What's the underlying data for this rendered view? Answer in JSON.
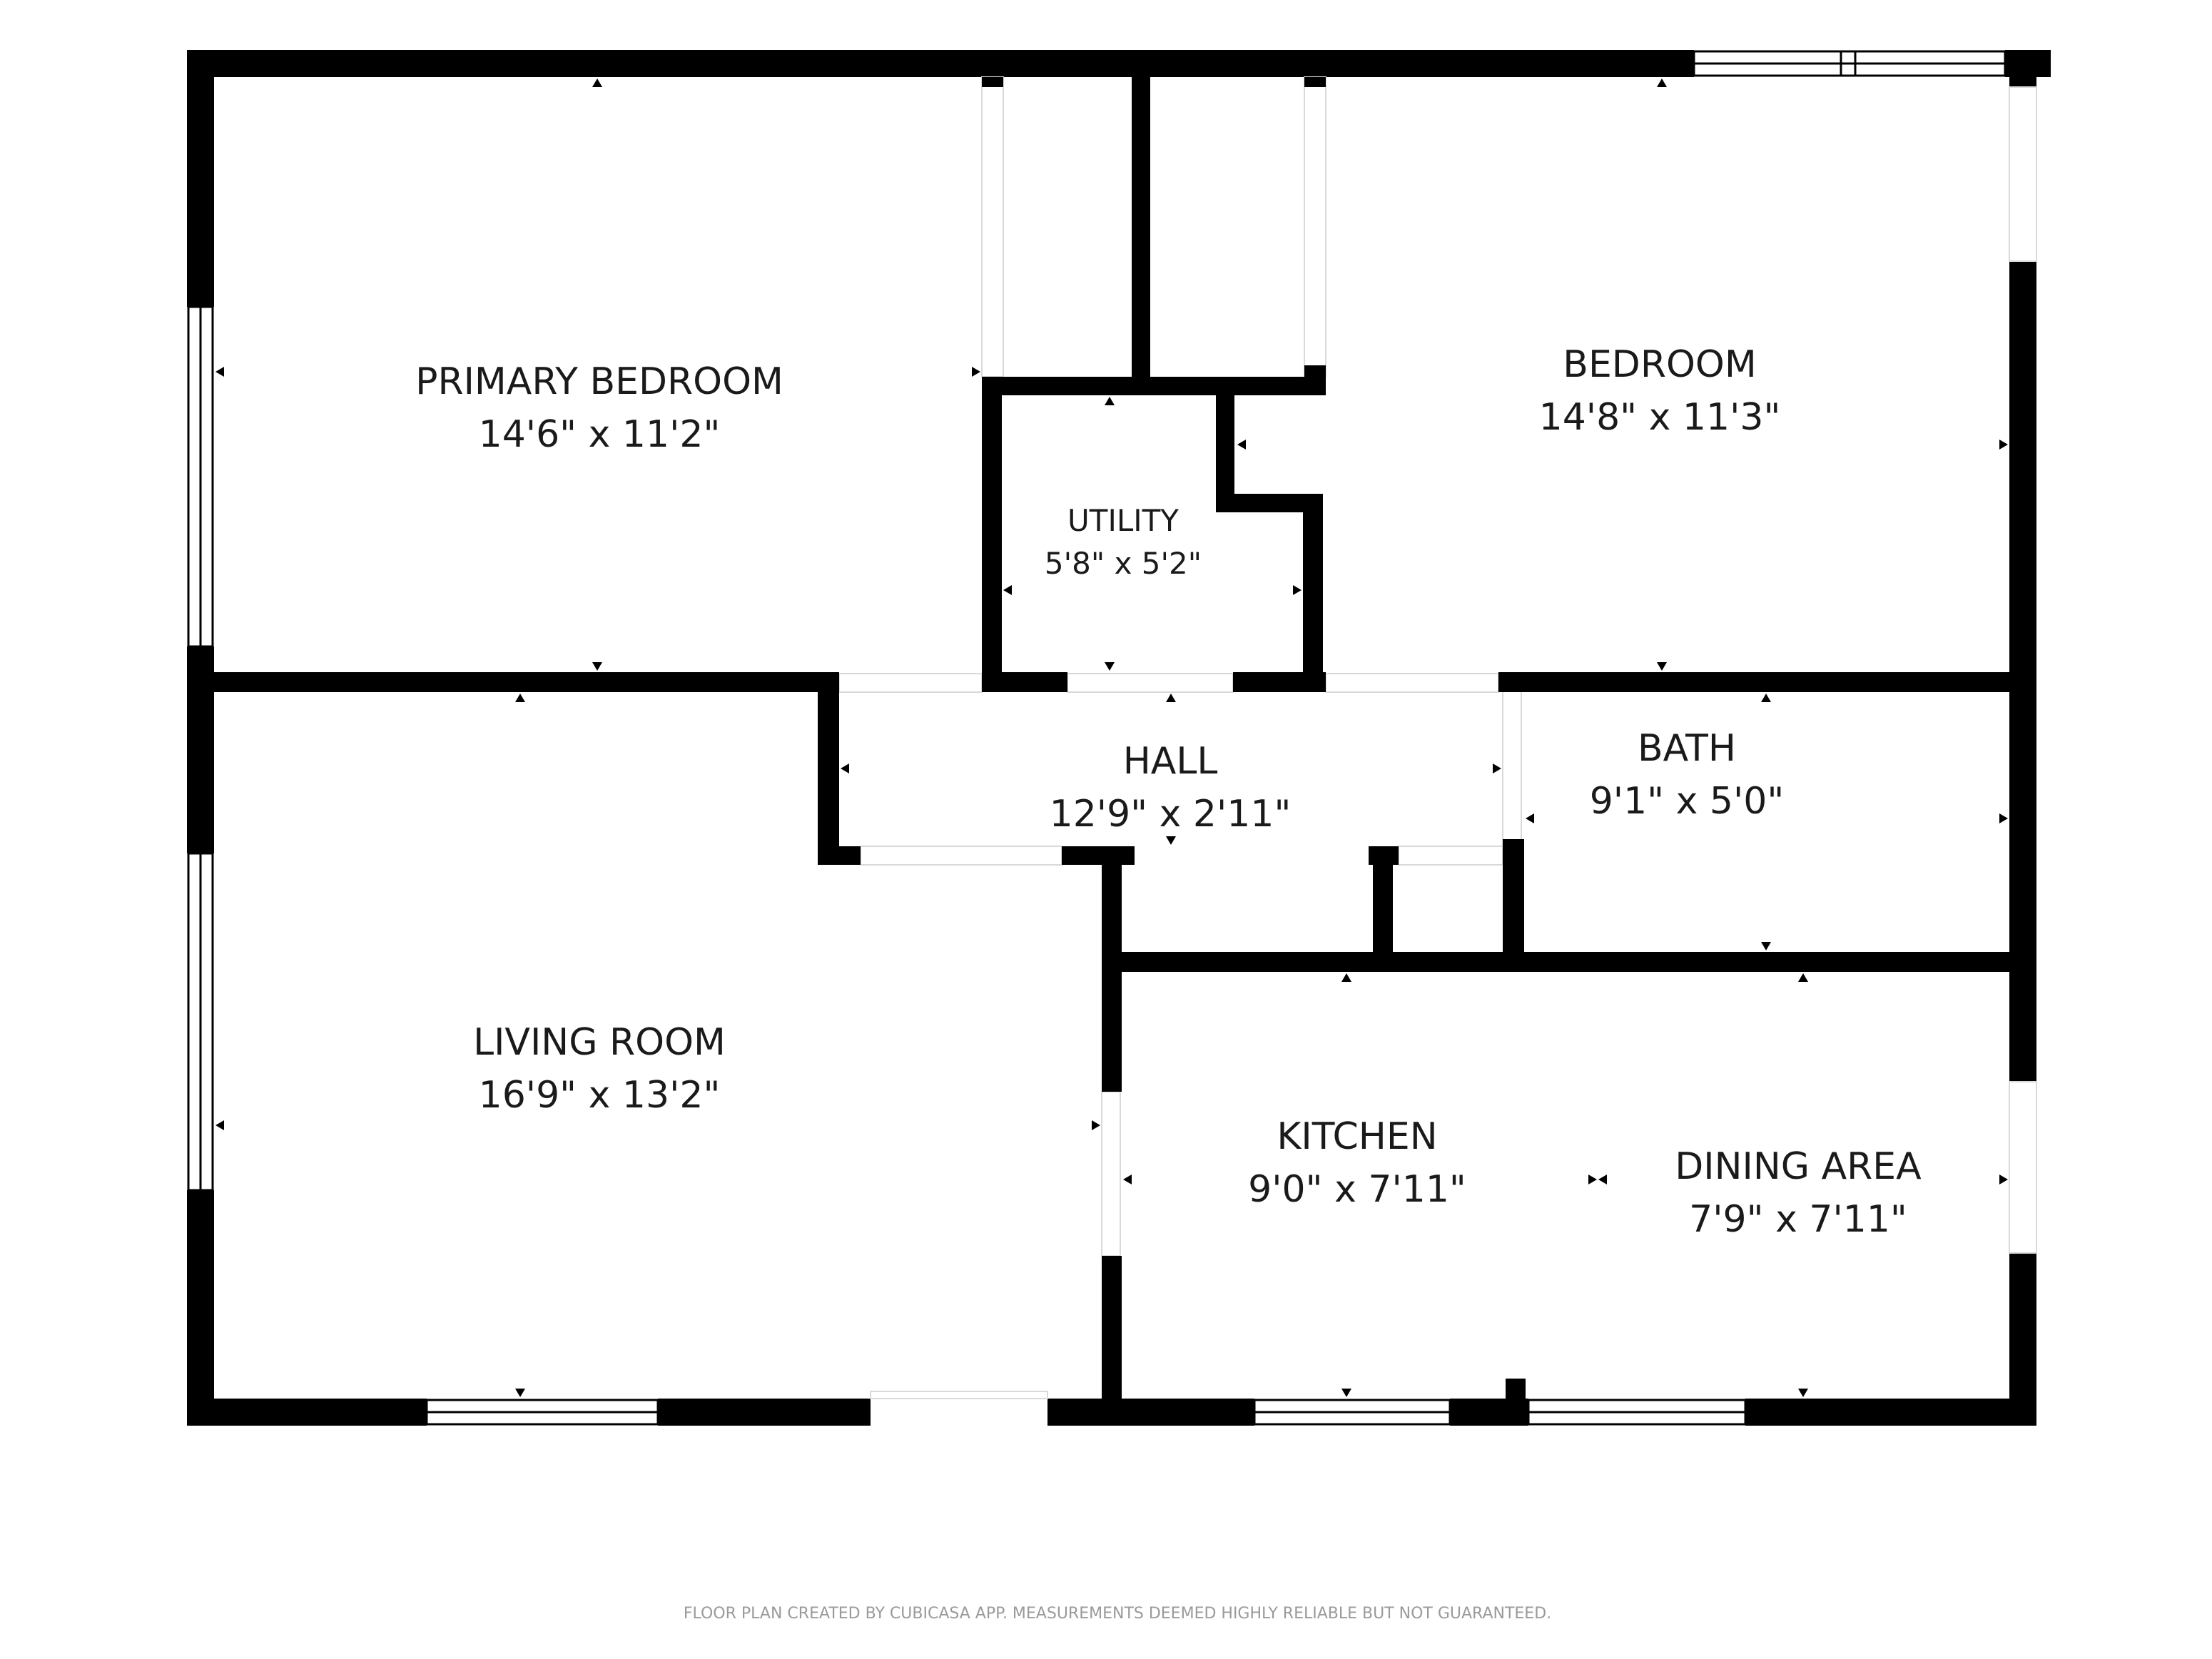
{
  "rooms": {
    "primary_bedroom": {
      "name": "PRIMARY BEDROOM",
      "dims": "14'6\" x 11'2\""
    },
    "bedroom": {
      "name": "BEDROOM",
      "dims": "14'8\" x 11'3\""
    },
    "utility": {
      "name": "UTILITY",
      "dims": "5'8\" x 5'2\""
    },
    "hall": {
      "name": "HALL",
      "dims": "12'9\" x 2'11\""
    },
    "bath": {
      "name": "BATH",
      "dims": "9'1\" x 5'0\""
    },
    "living_room": {
      "name": "LIVING ROOM",
      "dims": "16'9\" x 13'2\""
    },
    "kitchen": {
      "name": "KITCHEN",
      "dims": "9'0\" x 7'11\""
    },
    "dining_area": {
      "name": "DINING AREA",
      "dims": "7'9\" x 7'11\""
    }
  },
  "footer": {
    "disclaimer": "FLOOR PLAN CREATED BY CUBICASA APP. MEASUREMENTS DEEMED HIGHLY RELIABLE BUT NOT GUARANTEED."
  },
  "colors": {
    "wall": "#000000",
    "background": "#ffffff",
    "text": "#1a1a1a",
    "footer_text": "#9a9a9a"
  }
}
